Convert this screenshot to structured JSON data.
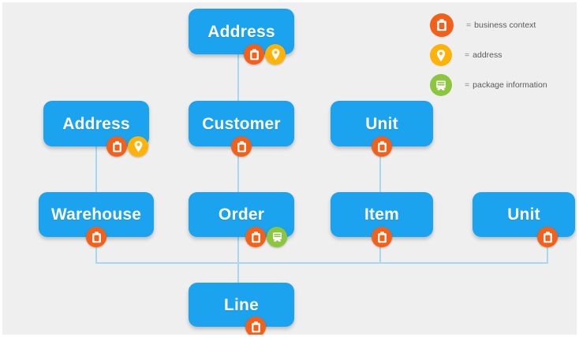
{
  "diagram": {
    "background_color": "#efefef",
    "node_color": "#1ba3ef",
    "connector_color": "#a8d8f0",
    "nodes": [
      {
        "id": "address-top",
        "label": "Address",
        "badges": [
          "business-context",
          "address"
        ]
      },
      {
        "id": "address-left",
        "label": "Address",
        "badges": [
          "business-context",
          "address"
        ]
      },
      {
        "id": "customer",
        "label": "Customer",
        "badges": [
          "business-context"
        ]
      },
      {
        "id": "unit-mid",
        "label": "Unit",
        "badges": [
          "business-context"
        ]
      },
      {
        "id": "warehouse",
        "label": "Warehouse",
        "badges": [
          "business-context"
        ]
      },
      {
        "id": "order",
        "label": "Order",
        "badges": [
          "business-context",
          "package-information"
        ]
      },
      {
        "id": "item",
        "label": "Item",
        "badges": [
          "business-context"
        ]
      },
      {
        "id": "unit-right",
        "label": "Unit",
        "badges": [
          "business-context"
        ]
      },
      {
        "id": "line",
        "label": "Line",
        "badges": [
          "business-context"
        ]
      }
    ]
  },
  "legend": {
    "items": [
      {
        "icon": "business-context-icon",
        "equals": "=",
        "label": "business context",
        "color": "#f4601a"
      },
      {
        "icon": "address-icon",
        "equals": "=",
        "label": "address",
        "color": "#ffb208"
      },
      {
        "icon": "package-information-icon",
        "equals": "=",
        "label": "package information",
        "color": "#8cc63e"
      }
    ]
  }
}
